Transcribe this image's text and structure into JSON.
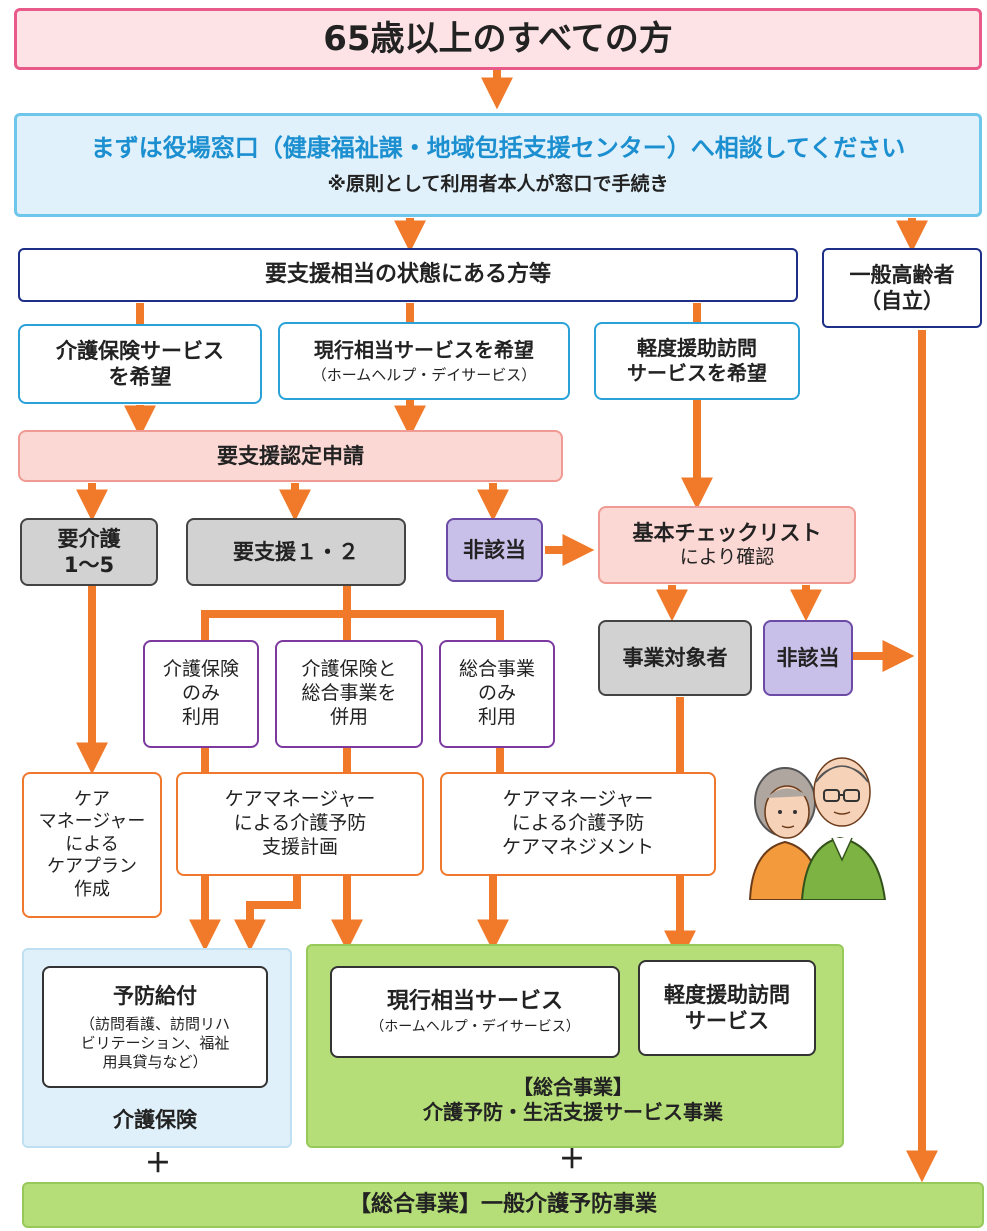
{
  "title": "65歳以上のすべての方",
  "consult": {
    "main": "まずは役場窓口（健康福祉課・地域包括支援センター）へ相談してください",
    "note": "※原則として利用者本人が窓口で手続き"
  },
  "support_state": "要支援相当の状態にある方等",
  "general": {
    "line1": "一般高齢者",
    "line2": "（自立）"
  },
  "hope_kaigo": {
    "line1": "介護保険サービス",
    "line2": "を希望"
  },
  "hope_genko": {
    "line1": "現行相当サービスを希望",
    "line2": "（ホームヘルプ・デイサービス）"
  },
  "hope_keido": {
    "line1": "軽度援助訪問",
    "line2": "サービスを希望"
  },
  "apply": "要支援認定申請",
  "yokaigo": {
    "line1": "要介護",
    "line2": "1〜5"
  },
  "yoshien": "要支援１・２",
  "higaito1": "非該当",
  "checklist": {
    "line1": "基本チェックリスト",
    "line2": "により確認"
  },
  "jigyo_target": "事業対象者",
  "higaito2": "非該当",
  "only_kaigo": {
    "line1": "介護保険",
    "line2": "のみ",
    "line3": "利用"
  },
  "both": {
    "line1": "介護保険と",
    "line2": "総合事業を",
    "line3": "併用"
  },
  "only_sogo": {
    "line1": "総合事業",
    "line2": "のみ",
    "line3": "利用"
  },
  "cm_plan": {
    "line1": "ケア",
    "line2": "マネージャー",
    "line3": "による",
    "line4": "ケアプラン",
    "line5": "作成"
  },
  "cm_yobo": {
    "line1": "ケアマネージャー",
    "line2": "による介護予防",
    "line3": "支援計画"
  },
  "cm_mgmt": {
    "line1": "ケアマネージャー",
    "line2": "による介護予防",
    "line3": "ケアマネジメント"
  },
  "yobo_kyufu": {
    "title": "予防給付",
    "line1": "（訪問看護、訪問リハ",
    "line2": "ビリテーション、福祉",
    "line3": "用具貸与など）"
  },
  "kaigo_hoken": "介護保険",
  "genko_service": {
    "line1": "現行相当サービス",
    "line2": "（ホームヘルプ・デイサービス）"
  },
  "keido_service": {
    "line1": "軽度援助訪問",
    "line2": "サービス"
  },
  "sogo_label": {
    "line1": "【総合事業】",
    "line2": "介護予防・生活支援サービス事業"
  },
  "plus": "＋",
  "bottom": "【総合事業】一般介護予防事業",
  "colors": {
    "arrow": "#f07a2a",
    "pink_border": "#e85a8a",
    "blue_text": "#1b8fd0",
    "green": "#b5de79"
  }
}
